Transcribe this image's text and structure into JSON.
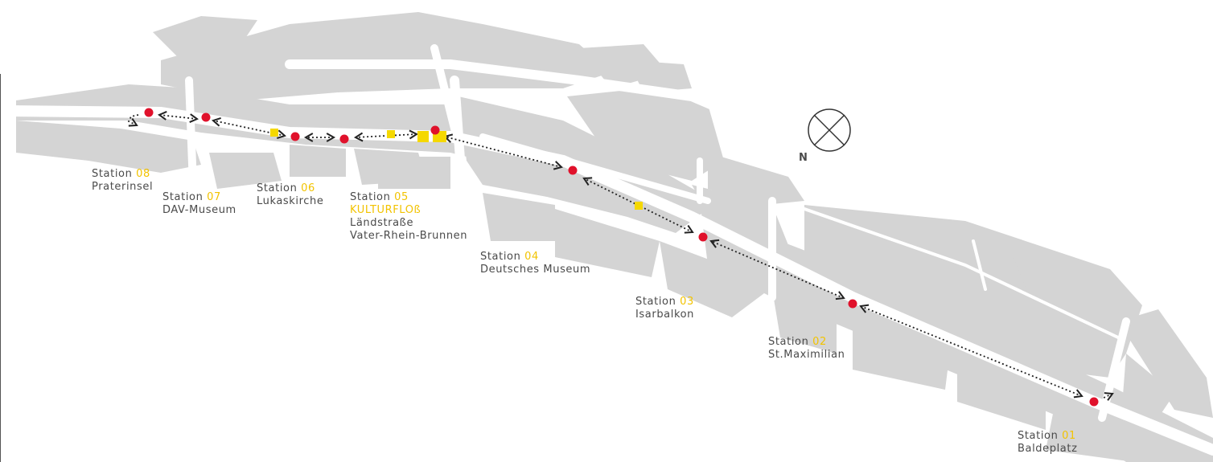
{
  "colors": {
    "block": "#d4d4d4",
    "street": "#ffffff",
    "station_dot": "#e0112b",
    "feature_square": "#f5d800",
    "route_line": "#222222",
    "text": "#4a4a4a",
    "number_highlight": "#f2c300"
  },
  "compass": {
    "north_label": "N",
    "icon": "compass-circle-cross-icon"
  },
  "stations": [
    {
      "word": "Station",
      "number": "08",
      "name": "Praterinsel"
    },
    {
      "word": "Station",
      "number": "07",
      "name": "DAV-Museum"
    },
    {
      "word": "Station",
      "number": "06",
      "name": "Lukaskirche"
    },
    {
      "word": "Station",
      "number": "05",
      "feature": "KULTURFLOß",
      "name": "Ländstraße",
      "name2": "Vater-Rhein-Brunnen"
    },
    {
      "word": "Station",
      "number": "04",
      "name": "Deutsches Museum"
    },
    {
      "word": "Station",
      "number": "03",
      "name": "Isarbalkon"
    },
    {
      "word": "Station",
      "number": "02",
      "name": "St.Maximilian"
    },
    {
      "word": "Station",
      "number": "01",
      "name": "Baldeplatz"
    }
  ]
}
